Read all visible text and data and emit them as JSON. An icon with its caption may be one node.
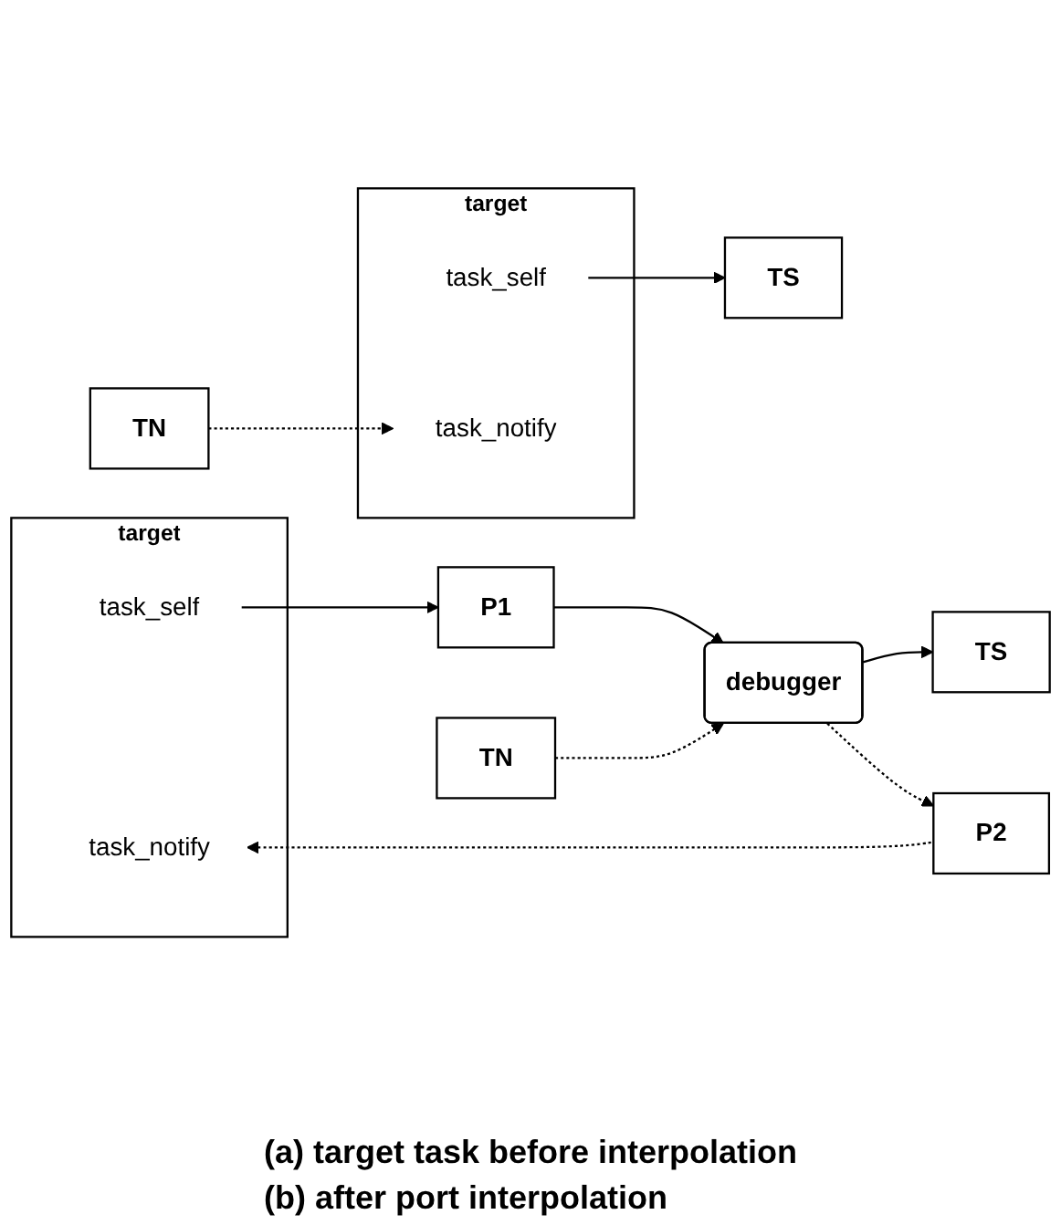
{
  "diagram": {
    "nodes": [
      {
        "text": [
          "target"
        ]
      },
      {
        "text": [
          "task_self"
        ],
        "in": 0
      },
      {
        "text": [
          "task_notify"
        ],
        "in": 0
      },
      {
        "text": [
          "TS"
        ]
      },
      {
        "text": [
          "TN"
        ]
      },
      {
        "text": [
          "debugger"
        ]
      },
      {
        "text": [
          "target"
        ]
      },
      {
        "text": [
          "task_self"
        ],
        "in": 6
      },
      {
        "text": [
          "task_notify"
        ],
        "in": 6
      },
      {
        "text": [
          "P1"
        ]
      },
      {
        "text": [
          "TS"
        ]
      },
      {
        "text": [
          "TN"
        ]
      },
      {
        "text": [
          "P2"
        ]
      }
    ],
    "edges": [
      {
        "from": 1,
        "to": 3,
        "arrow": "to"
      },
      {
        "from": 4,
        "to": 2,
        "arrow": "to",
        "style": "dashed"
      },
      {
        "from": 7,
        "to": 9,
        "arrow": "to"
      },
      {
        "from": 9,
        "to": 5,
        "arrow": "to"
      },
      {
        "from": 5,
        "to": 10,
        "arrow": "to"
      },
      {
        "from": 11,
        "to": 5,
        "arrow": "to",
        "style": "dashed"
      },
      {
        "from": 5,
        "to": 12,
        "arrow": "to",
        "style": "dashed"
      },
      {
        "from": 12,
        "to": 8,
        "arrow": "to",
        "style": "dashed"
      }
    ],
    "labels": [
      "(a) target task before interpolation",
      "(b) after port interpolation"
    ]
  }
}
